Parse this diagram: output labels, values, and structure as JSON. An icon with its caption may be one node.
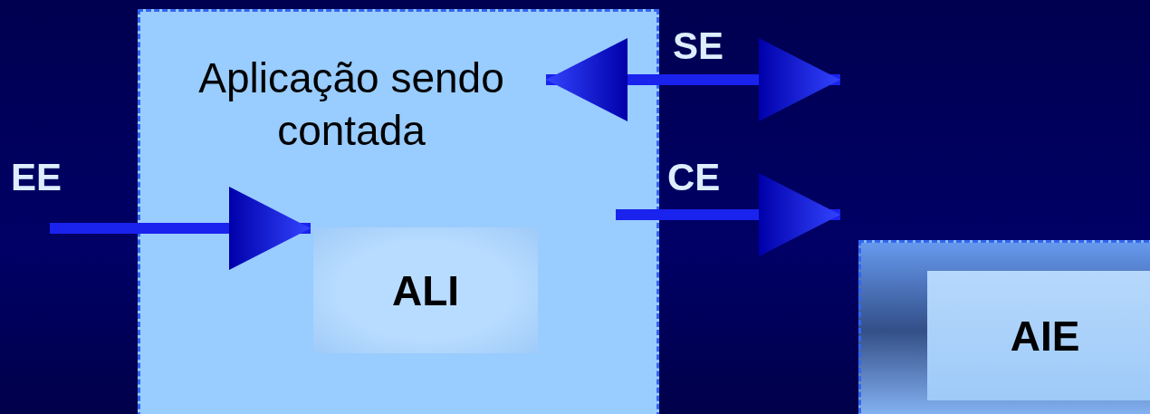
{
  "diagram": {
    "nodes": [
      {
        "text": [
          "Aplicação sendo contada"
        ]
      },
      {
        "text": [
          "ALI"
        ],
        "in": 0
      },
      {
        "text": [],
        "shape": "box"
      },
      {
        "text": [
          "AIE"
        ],
        "in": 2
      }
    ],
    "edges": [
      {
        "from": null,
        "to": 1,
        "arrow": "to",
        "label": "EE"
      },
      {
        "from": 0,
        "to": null,
        "arrow": "both",
        "label": "SE"
      },
      {
        "from": 0,
        "to": 2,
        "arrow": "to",
        "label": "CE"
      }
    ]
  }
}
